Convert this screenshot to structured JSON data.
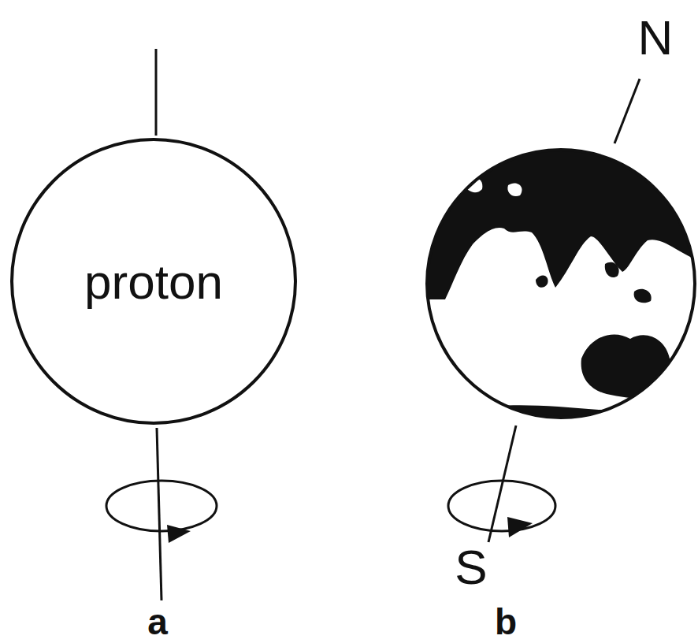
{
  "diagram": {
    "nodes": [
      {
        "text": [
          "proton"
        ]
      }
    ],
    "labels": [
      "N",
      "S",
      "a",
      "b"
    ]
  }
}
